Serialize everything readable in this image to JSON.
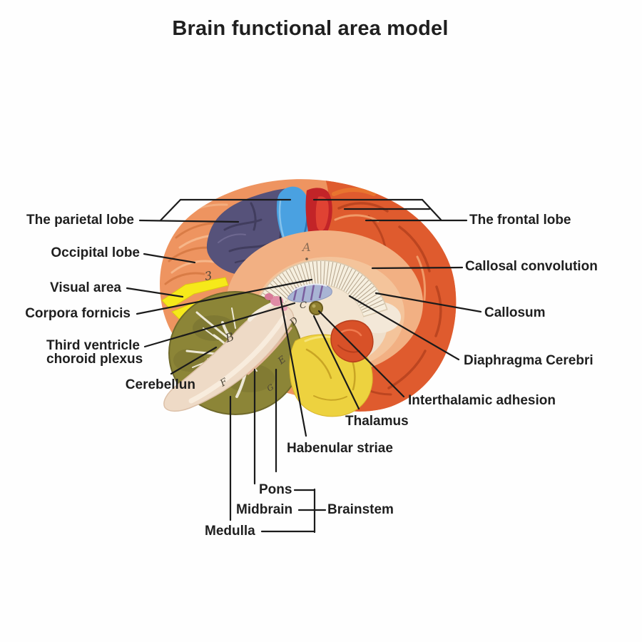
{
  "title": "Brain functional area model",
  "labels": {
    "parietal": "The parietal lobe",
    "occipital": "Occipital lobe",
    "visual": "Visual area",
    "corpora": "Corpora fornicis",
    "third_ventricle_1": "Third ventricle",
    "third_ventricle_2": "choroid plexus",
    "cerebellum": "Cerebellun",
    "frontal": "The frontal lobe",
    "callosal": "Callosal convolution",
    "callosum": "Callosum",
    "diaphragma": "Diaphragma Cerebri",
    "interthalamic": "Interthalamic adhesion",
    "thalamus": "Thalamus",
    "habenular": "Habenular striae",
    "pons": "Pons",
    "midbrain": "Midbrain",
    "brainstem": "Brainstem",
    "medulla": "Medulla"
  },
  "model_letters": {
    "three": "3",
    "a": "A",
    "b": "B",
    "c": "C",
    "d": "D",
    "e": "E",
    "f": "F",
    "g": "G"
  },
  "colors": {
    "background": "#FEFEFE",
    "label_text": "#1F1F1F",
    "leader_line": "#1B1B1B",
    "cortex_salmon": "#EE9460",
    "frontal_orange": "#DF5B2E",
    "parietal_purple": "#56527A",
    "motor_blue": "#4AA1E1",
    "premotor_red": "#C22428",
    "visual_yellow": "#F6E91A",
    "cerebellum_olive": "#8C8537",
    "callosum_cream": "#F6EFDF",
    "brainstem_cream": "#EEDAC6",
    "temporal_yellow": "#EDD23F",
    "septum_blue": "#A8B4D4",
    "midbrain_red": "#D85128"
  }
}
